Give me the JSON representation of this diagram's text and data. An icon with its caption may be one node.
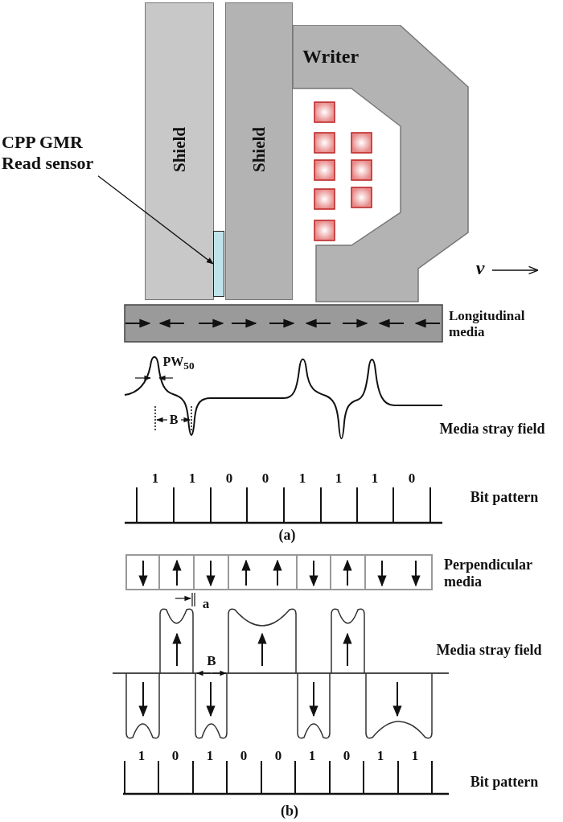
{
  "diagram": {
    "nodes": [
      {
        "text": [
          "Shield"
        ]
      },
      {
        "text": [
          "Shield"
        ]
      },
      {
        "text": [
          "Writer"
        ]
      },
      {
        "text": [
          "CPP GMR Read sensor"
        ]
      },
      {
        "text": [],
        "shape": "box"
      }
    ],
    "edges": [
      {
        "from": 3,
        "to": 4,
        "arrow": "to"
      }
    ],
    "labels": [
      "v",
      "Longitudinal media",
      "PW$_{50}$",
      "B",
      "Media stray field",
      "1",
      "1",
      "0",
      "0",
      "1",
      "1",
      "1",
      "0",
      "Bit pattern",
      "(a)",
      "Perpendicular media",
      "a",
      "Media stray field",
      "B",
      "1",
      "0",
      "1",
      "0",
      "0",
      "1",
      "0",
      "1",
      "1",
      "Bit pattern",
      "(b)"
    ]
  }
}
